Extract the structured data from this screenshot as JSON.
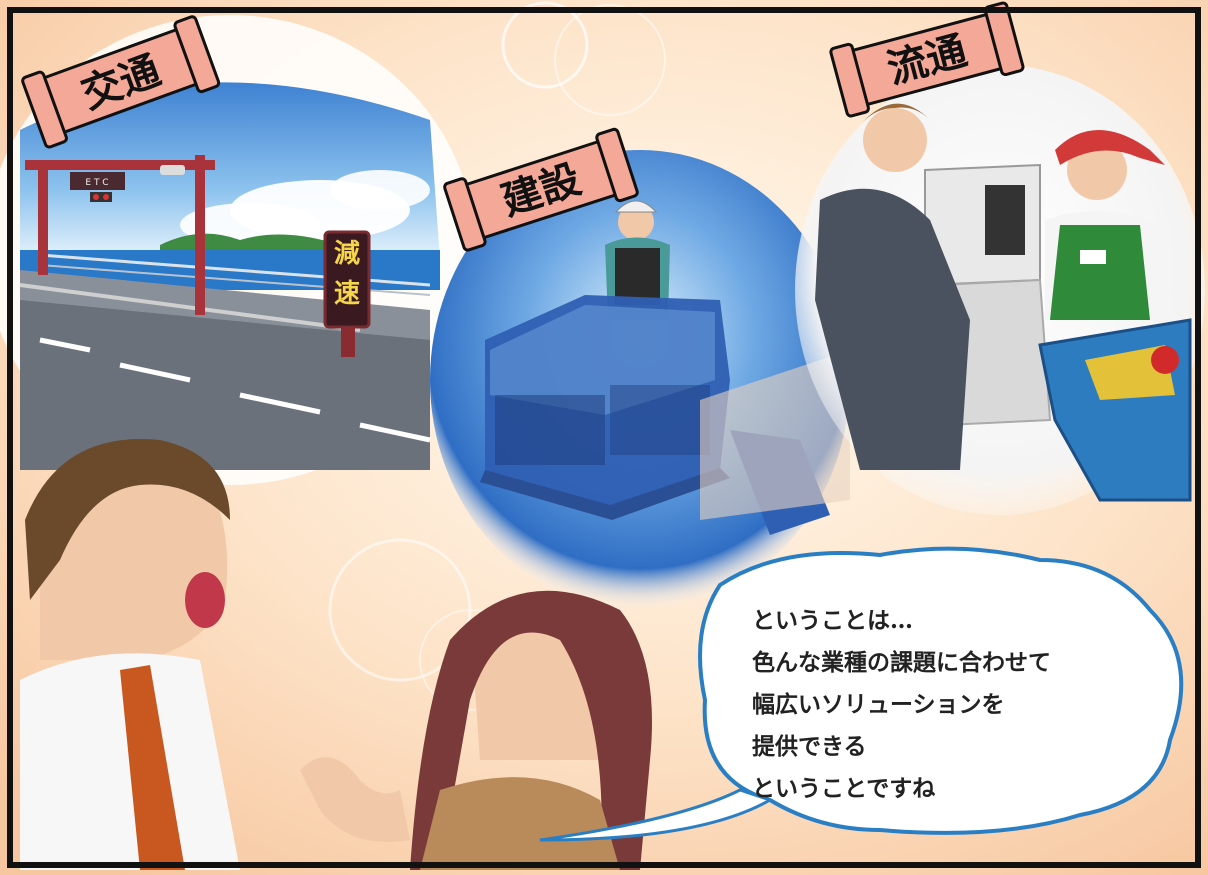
{
  "banners": {
    "traffic": "交通",
    "construction": "建設",
    "distribution": "流通"
  },
  "road_sign": {
    "chars": [
      "減",
      "速"
    ]
  },
  "gantry_sign": "E T C",
  "speech_bubble": {
    "lines": [
      "ということは…",
      "色んな業種の課題に合わせて",
      "幅広いソリューションを",
      "提供できる",
      "ということですね"
    ]
  },
  "colors": {
    "banner_fill": "#f4a898",
    "bubble_outline": "#2a7fc4",
    "border": "#111111",
    "sky": "#4a8fd6",
    "lift_basket": "#2f5fb3",
    "apron_green": "#2f8a3a",
    "basket_blue": "#2e7cc0"
  }
}
